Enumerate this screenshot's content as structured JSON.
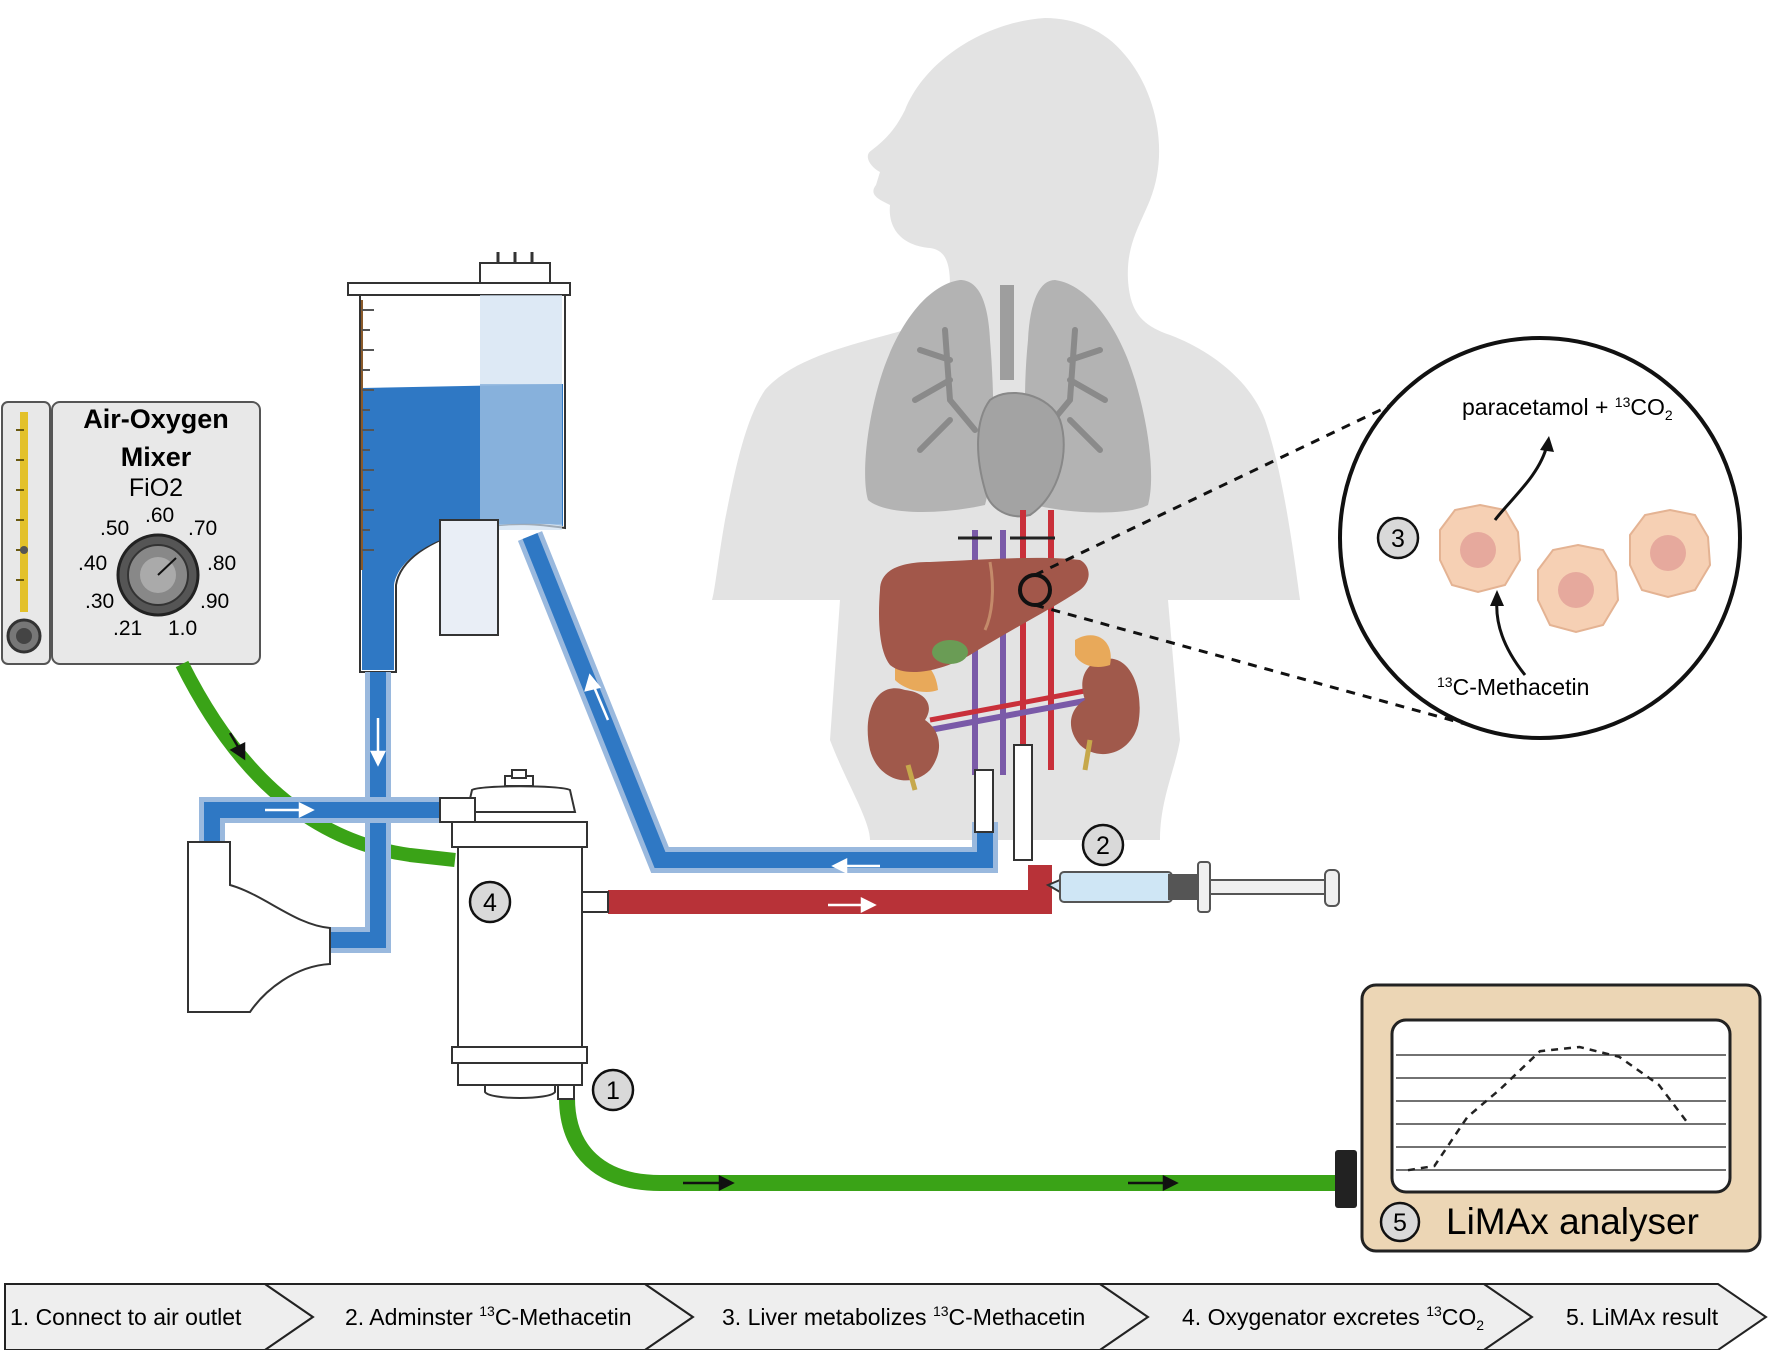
{
  "mixer": {
    "title_line1": "Air-Oxygen",
    "title_line2": "Mixer",
    "subtitle": "FiO2",
    "dial_labels": [
      ".50",
      ".60",
      ".70",
      ".40",
      ".80",
      ".30",
      ".90",
      ".21",
      "1.0"
    ]
  },
  "markers": {
    "m1": "1",
    "m2": "2",
    "m3": "3",
    "m4": "4",
    "m5": "5"
  },
  "inset": {
    "product_prefix": "paracetamol + ",
    "product_sup": "13",
    "product_co": "CO",
    "product_sub": "2",
    "substrate_sup": "13",
    "substrate_rest": "C-Methacetin"
  },
  "analyser": {
    "label": "LiMAx analyser",
    "trace_points": [
      [
        0,
        0.93
      ],
      [
        0.08,
        0.9
      ],
      [
        0.18,
        0.55
      ],
      [
        0.28,
        0.35
      ],
      [
        0.4,
        0.08
      ],
      [
        0.52,
        0.05
      ],
      [
        0.64,
        0.12
      ],
      [
        0.76,
        0.32
      ],
      [
        0.85,
        0.6
      ]
    ]
  },
  "steps": [
    {
      "prefix": "1. Connect to air outlet",
      "sup": "",
      "rest": "",
      "sub": ""
    },
    {
      "prefix": "2. Adminster ",
      "sup": "13",
      "rest": "C-Methacetin",
      "sub": ""
    },
    {
      "prefix": "3. Liver metabolizes ",
      "sup": "13",
      "rest": "C-Methacetin",
      "sub": ""
    },
    {
      "prefix": "4. Oxygenator excretes ",
      "sup": "13",
      "rest": "CO",
      "sub": "2"
    },
    {
      "prefix": "5. LiMAx result",
      "sup": "",
      "rest": "",
      "sub": ""
    }
  ],
  "colors": {
    "venous_blue": "#2f78c4",
    "arterial_red": "#b83238",
    "gas_green": "#3aa317",
    "liver": "#a2574a",
    "silhouette": "#e3e3e3",
    "analyser_bg": "#ecd6b5"
  }
}
